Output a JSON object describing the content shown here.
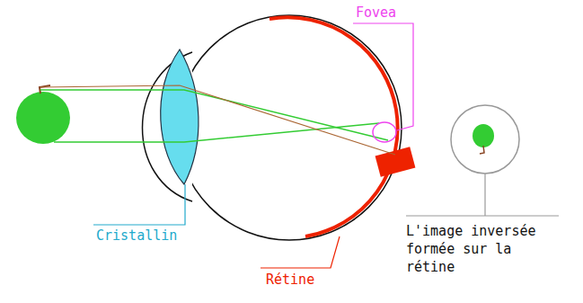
{
  "diagram": {
    "labels": [
      "Fovea",
      "Cristallin",
      "Rétine",
      "L'image inversée formée sur la rétine"
    ]
  }
}
